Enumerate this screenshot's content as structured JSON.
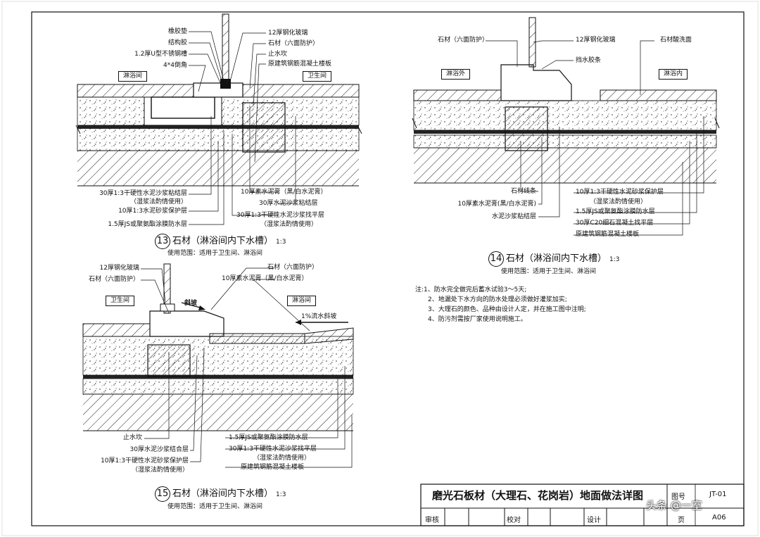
{
  "detail13": {
    "room_left": "淋浴间",
    "room_right": "卫生间",
    "top_left_labels": [
      "橡胶垫",
      "结构胶",
      "1.2厚U型不锈钢槽",
      "4*4倒角"
    ],
    "top_right_labels": [
      "12厚钢化玻璃",
      "石材（六面防护）",
      "止水坎",
      "原建筑钢筋混凝土楼板"
    ],
    "bottom_left_labels": [
      "30厚1:3干硬性水泥沙浆粘结层",
      "（湿浆法酌情使用）",
      "10厚1:3水泥砂浆保护层",
      "1.5厚JS或聚氨酯涂膜防水层"
    ],
    "bottom_right_labels": [
      "10厚素水泥膏（黑/白水泥膏）",
      "30厚水泥沙浆粘结层",
      "30厚1:3干硬性水泥沙浆找平层",
      "（湿浆法酌情使用）"
    ],
    "number": "13",
    "title": "石材（淋浴间内下水槽）",
    "scale": "1:3",
    "usage": "使用范围：适用于卫生间、淋浴间"
  },
  "detail14": {
    "room_left": "淋浴外",
    "room_right": "淋浴内",
    "top_labels": [
      "石材（六面防护）",
      "12厚钢化玻璃",
      "石材酸洗面",
      "挡水胶条"
    ],
    "bottom_left_labels": [
      "石材线条",
      "10厚素水泥膏(黑/白水泥膏)",
      "水泥沙浆粘结层"
    ],
    "bottom_right_labels": [
      "10厚1:3干硬性水泥砂浆保护层",
      "（湿浆法酌情使用）",
      "1.5厚JS或聚氨酯涂膜防水层",
      "30厚C20细石混凝土找平层",
      "原建筑钢筋混凝土楼板"
    ],
    "number": "14",
    "title": "石材（淋浴间内下水槽）",
    "scale": "1:3",
    "usage": "使用范围：适用于卫生间、淋浴间"
  },
  "detail15": {
    "room_left": "卫生间",
    "room_right": "淋浴间",
    "top_left_labels": [
      "12厚钢化玻璃",
      "石材（六面防护）"
    ],
    "top_right_labels": [
      "石材（六面防护）",
      "10厚素水泥膏（黑/白水泥膏）"
    ],
    "slope": "斜坡",
    "drain_slope": "1%流水斜坡",
    "bottom_left_labels": [
      "止水坎",
      "30厚水泥沙浆结合层",
      "10厚1:3干硬性水泥砂浆保护层",
      "（湿浆法酌情使用）"
    ],
    "bottom_right_labels": [
      "1.5厚JS或聚氨酯涂膜防水层",
      "30厚1:3干硬性水泥沙浆找平层",
      "（湿浆法酌情使用）",
      "原建筑钢筋混凝土楼板"
    ],
    "number": "15",
    "title": "石材（淋浴间内下水槽）",
    "scale": "1:3",
    "usage": "使用范围：适用于卫生间、淋浴间"
  },
  "notes": [
    "注:1、防水完全做完后蓄水试验3～5天;",
    "2、地漏处下水方向的防水处理必须做好灌浆加实;",
    "3、大理石的颜色、品种由设计人定，并在施工图中注明;",
    "4、防污剂需按厂家使用说明施工。"
  ],
  "title_block": {
    "drawing_title": "磨光石板材（大理石、花岗岩）地面做法详图",
    "drawing_no_label": "图号",
    "drawing_no": "JT-01",
    "review_label": "审核",
    "check_label": "校对",
    "design_label": "设计",
    "page_label": "页",
    "page_no": "A06"
  },
  "watermark": "头条 @一室"
}
